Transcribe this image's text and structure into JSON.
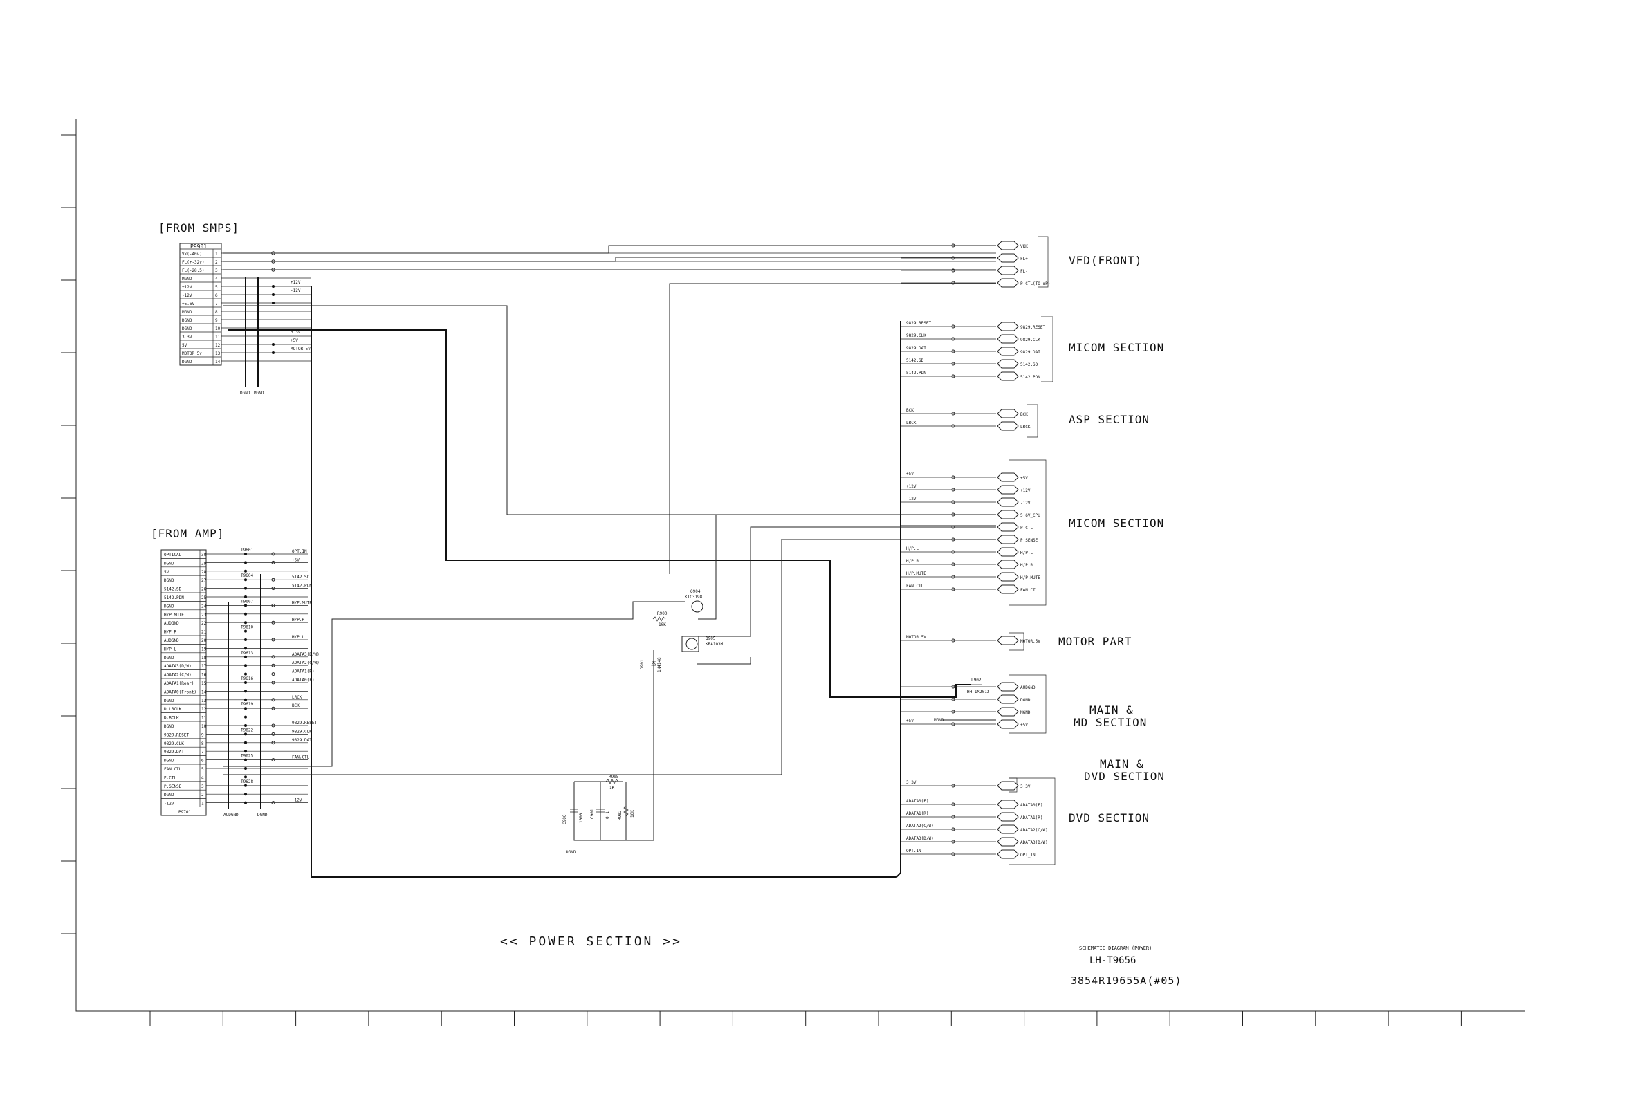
{
  "titles": {
    "from_smps": "[FROM SMPS]",
    "from_amp": "[FROM AMP]",
    "power_section": "<<  POWER SECTION  >>",
    "schematic_caption": "SCHEMATIC DIAGRAM (POWER)",
    "model": "LH-T9656",
    "doc_number": "3854R19655A(#05)"
  },
  "connector_smps": {
    "name": "P9901",
    "pins": [
      {
        "num": "1",
        "label": "Vk(-40v)"
      },
      {
        "num": "2",
        "label": "FL(+-32v)"
      },
      {
        "num": "3",
        "label": "FL(-28.5)"
      },
      {
        "num": "4",
        "label": "MGND"
      },
      {
        "num": "5",
        "label": "+12V"
      },
      {
        "num": "6",
        "label": "-12V"
      },
      {
        "num": "7",
        "label": "+5.6V"
      },
      {
        "num": "8",
        "label": "MGND"
      },
      {
        "num": "9",
        "label": "DGND"
      },
      {
        "num": "10",
        "label": "DGND"
      },
      {
        "num": "11",
        "label": "3.3V"
      },
      {
        "num": "12",
        "label": "5V"
      },
      {
        "num": "13",
        "label": "MOTOR 5v"
      },
      {
        "num": "14",
        "label": "DGND"
      }
    ],
    "gnd_labels": [
      "DGND",
      "MGND"
    ],
    "out_labels": [
      "+12V",
      "-12V",
      "3.3V",
      "+5V",
      "MOTOR_5V"
    ]
  },
  "connector_amp": {
    "name": "P9701",
    "pins": [
      {
        "num": "30",
        "label": "OPTICAL"
      },
      {
        "num": "29",
        "label": "DGND"
      },
      {
        "num": "28",
        "label": "5V"
      },
      {
        "num": "27",
        "label": "DGND"
      },
      {
        "num": "26",
        "label": "5142.SD"
      },
      {
        "num": "25",
        "label": "5142.PDN"
      },
      {
        "num": "24",
        "label": "DGND"
      },
      {
        "num": "23",
        "label": "H/P MUTE"
      },
      {
        "num": "22",
        "label": "AUDGND"
      },
      {
        "num": "21",
        "label": "H/P R"
      },
      {
        "num": "20",
        "label": "AUDGND"
      },
      {
        "num": "19",
        "label": "H/P L"
      },
      {
        "num": "18",
        "label": "DGND"
      },
      {
        "num": "17",
        "label": "ADATA3(D/W)"
      },
      {
        "num": "16",
        "label": "ADATA2(C/W)"
      },
      {
        "num": "15",
        "label": "ADATA1(Rear)"
      },
      {
        "num": "14",
        "label": "ADATA0(Front)"
      },
      {
        "num": "13",
        "label": "DGND"
      },
      {
        "num": "12",
        "label": "D.LRCLK"
      },
      {
        "num": "11",
        "label": "D.BCLK"
      },
      {
        "num": "10",
        "label": "DGND"
      },
      {
        "num": "9",
        "label": "9829.RESET"
      },
      {
        "num": "8",
        "label": "9829.CLK"
      },
      {
        "num": "7",
        "label": "9829.DAT"
      },
      {
        "num": "6",
        "label": "DGND"
      },
      {
        "num": "5",
        "label": "FAN.CTL"
      },
      {
        "num": "4",
        "label": "P.CTL"
      },
      {
        "num": "3",
        "label": "P.SENSE"
      },
      {
        "num": "2",
        "label": "DGND"
      },
      {
        "num": "1",
        "label": "-12V"
      }
    ],
    "ref_prefix": "T9",
    "gnd_labels": [
      "AUDGND",
      "DGND"
    ],
    "out_labels": [
      "OPT.IN",
      "+5V",
      "",
      "5142.SD",
      "5142.PDN",
      "",
      "H/P.MUTE",
      "",
      "H/P.R",
      "",
      "H/P.L",
      "",
      "ADATA3(D/W)",
      "ADATA2(C/W)",
      "ADATA1(R)",
      "ADATA0(F)",
      "",
      "LRCK",
      "BCK",
      "",
      "9829.RESET",
      "9829.CLK",
      "9829.DAT",
      "",
      "FAN.CTL",
      "",
      "",
      "",
      "",
      "-12V"
    ]
  },
  "right_blocks": [
    {
      "section": "VFD(FRONT)",
      "nets": [
        "VKK",
        "FL+",
        "FL-",
        "P.CTL(TO uP)"
      ],
      "left_labels": [
        "",
        "",
        "",
        ""
      ]
    },
    {
      "section": "MICOM SECTION",
      "nets": [
        "9829.RESET",
        "9829.CLK",
        "9829.DAT",
        "5142.SD",
        "5142.PDN"
      ],
      "left_labels": [
        "9829.RESET",
        "9829.CLK",
        "9829.DAT",
        "5142.SD",
        "5142.PDN"
      ]
    },
    {
      "section": "ASP SECTION",
      "nets": [
        "BCK",
        "LRCK"
      ],
      "left_labels": [
        "BCK",
        "LRCK"
      ]
    },
    {
      "section": "MICOM SECTION",
      "nets": [
        "+5V",
        "+12V",
        "-12V",
        "5.6V_CPU",
        "P.CTL",
        "P.SENSE",
        "H/P.L",
        "H/P.R",
        "H/P.MUTE",
        "FAN.CTL"
      ],
      "left_labels": [
        "+5V",
        "+12V",
        "-12V",
        "",
        "",
        "",
        "H/P.L",
        "H/P.R",
        "H/P.MUTE",
        "FAN.CTL"
      ]
    },
    {
      "section": "MOTOR PART",
      "nets": [
        "MOTOR.5V"
      ],
      "left_labels": [
        "MOTOR.5V"
      ]
    },
    {
      "section": "MAIN & MD SECTION",
      "nets": [
        "AUDGND",
        "DGND",
        "MGND",
        "+5V"
      ],
      "left_labels": [
        "",
        "",
        "",
        "+5V"
      ]
    },
    {
      "section": "MAIN & DVD SECTION",
      "nets": [
        "3.3V"
      ],
      "left_labels": [
        "3.3V"
      ]
    },
    {
      "section": "DVD SECTION",
      "nets": [
        "ADATA0(F)",
        "ADATA1(R)",
        "ADATA2(C/W)",
        "ADATA3(D/W)",
        "OPT_IN"
      ],
      "left_labels": [
        "ADATA0(F)",
        "ADATA1(R)",
        "ADATA2(C/W)",
        "ADATA3(D/W)",
        "OPT.IN"
      ]
    }
  ],
  "components": {
    "q904": {
      "ref": "Q904",
      "part": "KTC3198"
    },
    "q905": {
      "ref": "Q905",
      "part": "KRA103M"
    },
    "r900": {
      "ref": "R900",
      "val": "10K"
    },
    "d901": {
      "ref": "D901",
      "part": "1N4148"
    },
    "r905": {
      "ref": "R905",
      "val": "1K"
    },
    "c900": {
      "ref": "C900",
      "val": "1000"
    },
    "c901": {
      "ref": "C901",
      "val": "0.1"
    },
    "r902": {
      "ref": "R902",
      "val": "10K"
    },
    "l902": {
      "ref": "L902",
      "val": "HH-1M2012"
    },
    "mgnd_tag": "MGND",
    "dgnd_tag": "DGND"
  },
  "labels_misc": {
    "plus5v_md": "+5V",
    "mgnd_md": "MGND"
  }
}
